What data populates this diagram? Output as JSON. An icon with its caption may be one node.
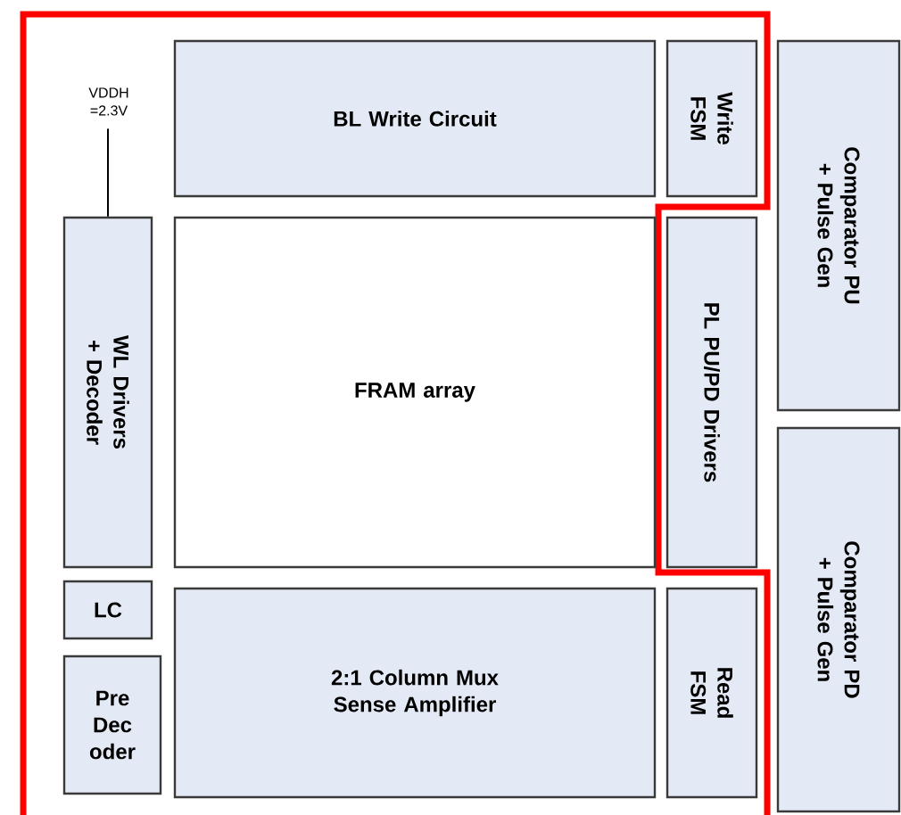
{
  "diagram": {
    "nodes": [
      {
        "text": [
          "VDDH =2.3V"
        ]
      },
      {
        "text": [
          "BL Write Circuit"
        ]
      },
      {
        "text": [
          "Write FSM"
        ]
      },
      {
        "text": [
          "Comparator PU + Pulse Gen"
        ]
      },
      {
        "text": [
          "WL Drivers + Decoder"
        ]
      },
      {
        "text": [
          "FRAM array"
        ]
      },
      {
        "text": [
          "PL PU/PD Drivers"
        ]
      },
      {
        "text": [
          "Comparator PD + Pulse Gen"
        ]
      },
      {
        "text": [
          "LC"
        ]
      },
      {
        "text": [
          "Pre Dec oder"
        ]
      },
      {
        "text": [
          "2:1 Column Mux Sense Amplifier"
        ]
      },
      {
        "text": [
          "Read FSM"
        ]
      }
    ],
    "edges": [
      {
        "from": 0,
        "to": 4,
        "arrow": "none"
      }
    ]
  }
}
